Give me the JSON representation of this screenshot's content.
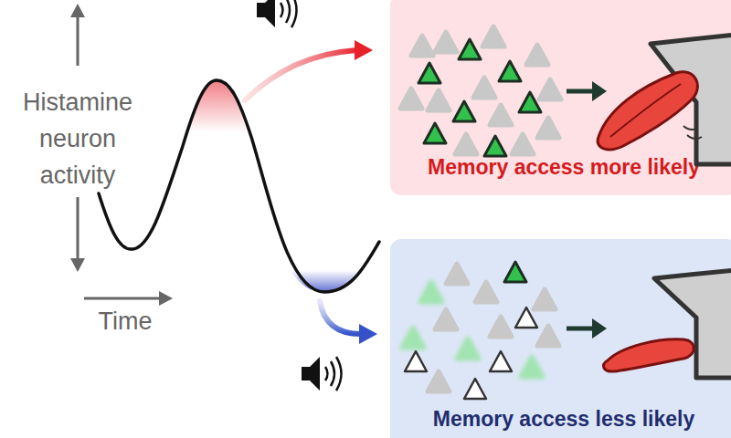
{
  "diagram": {
    "nodes": [
      {
        "text": [
          "Memory access more likely"
        ]
      },
      {
        "text": [
          "Memory access less likely"
        ]
      }
    ],
    "labels": [
      "Histamine neuron activity",
      "Time"
    ]
  }
}
